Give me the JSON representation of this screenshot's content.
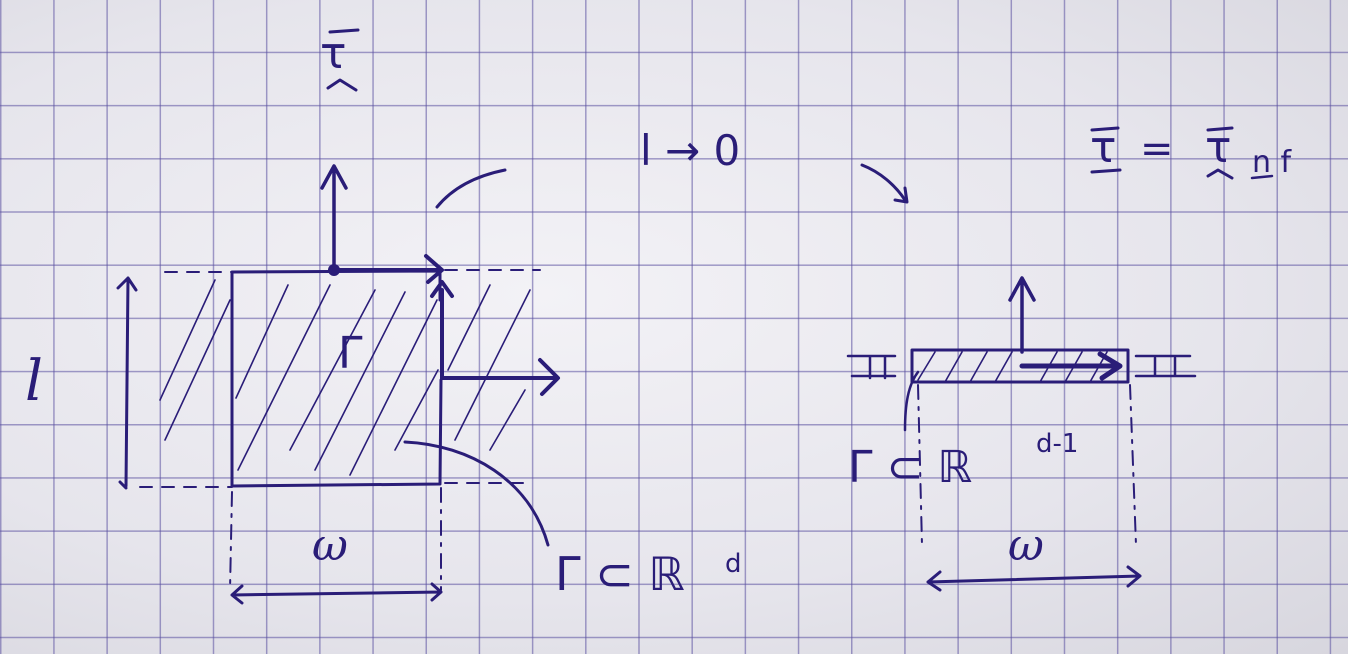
{
  "ink_color": "#2a1d78",
  "paper_color": "#ececf1",
  "grid_color": "#6a5fb0",
  "left_figure": {
    "height_label": "l",
    "width_label": "ω",
    "domain_label": "Γ",
    "inclusion_label": "Γ ⊂ ℝ",
    "inclusion_superscript": "d",
    "normal_vector_label": "τ"
  },
  "limit": {
    "label": "l → 0"
  },
  "right_figure": {
    "formula_lhs": "τ",
    "formula_eq": "=",
    "formula_rhs": "τ",
    "formula_subscript": "n f",
    "inclusion_label": "Γ ⊂ ℝ",
    "inclusion_superscript": "d-1",
    "width_label": "ω"
  }
}
